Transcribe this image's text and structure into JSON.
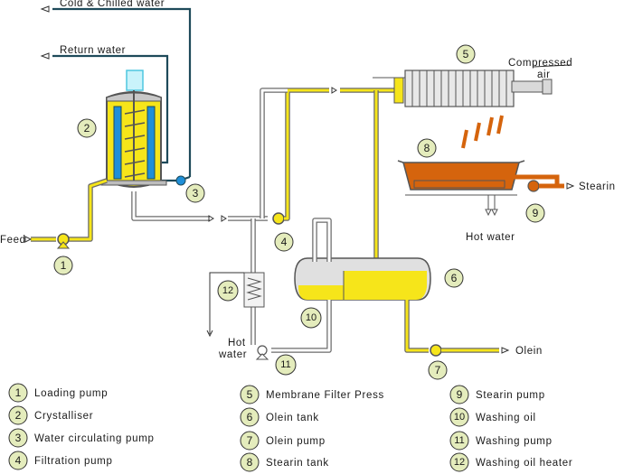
{
  "labels": {
    "cold_chilled_water": "Cold & Chilled water",
    "return_water": "Return water",
    "feed": "Feed",
    "compressed_air_line1": "Compressed",
    "compressed_air_line2": "air",
    "stearin_out": "Stearin",
    "hot_water_tank": "Hot water",
    "hot_water_heater_line1": "Hot",
    "hot_water_heater_line2": "water",
    "olein_out": "Olein"
  },
  "markers": [
    "1",
    "2",
    "3",
    "4",
    "5",
    "6",
    "7",
    "8",
    "9",
    "10",
    "11",
    "12"
  ],
  "legend": [
    {
      "num": "1",
      "text": "Loading pump"
    },
    {
      "num": "2",
      "text": "Crystalliser"
    },
    {
      "num": "3",
      "text": "Water circulating pump"
    },
    {
      "num": "4",
      "text": "Filtration pump"
    },
    {
      "num": "5",
      "text": "Membrane Filter Press"
    },
    {
      "num": "6",
      "text": "Olein tank"
    },
    {
      "num": "7",
      "text": "Olein pump"
    },
    {
      "num": "8",
      "text": "Stearin tank"
    },
    {
      "num": "9",
      "text": "Stearin pump"
    },
    {
      "num": "10",
      "text": "Washing oil"
    },
    {
      "num": "11",
      "text": "Washing pump"
    },
    {
      "num": "12",
      "text": "Washing oil heater"
    }
  ],
  "colors": {
    "oil_yellow": "#f6e51a",
    "pipe_grey": "#6b6b6b",
    "water_line": "#1e4a5a",
    "coil_blue": "#1f8fd8",
    "stearin_orange": "#d5640d",
    "marker_fill": "#e4ecbc"
  }
}
